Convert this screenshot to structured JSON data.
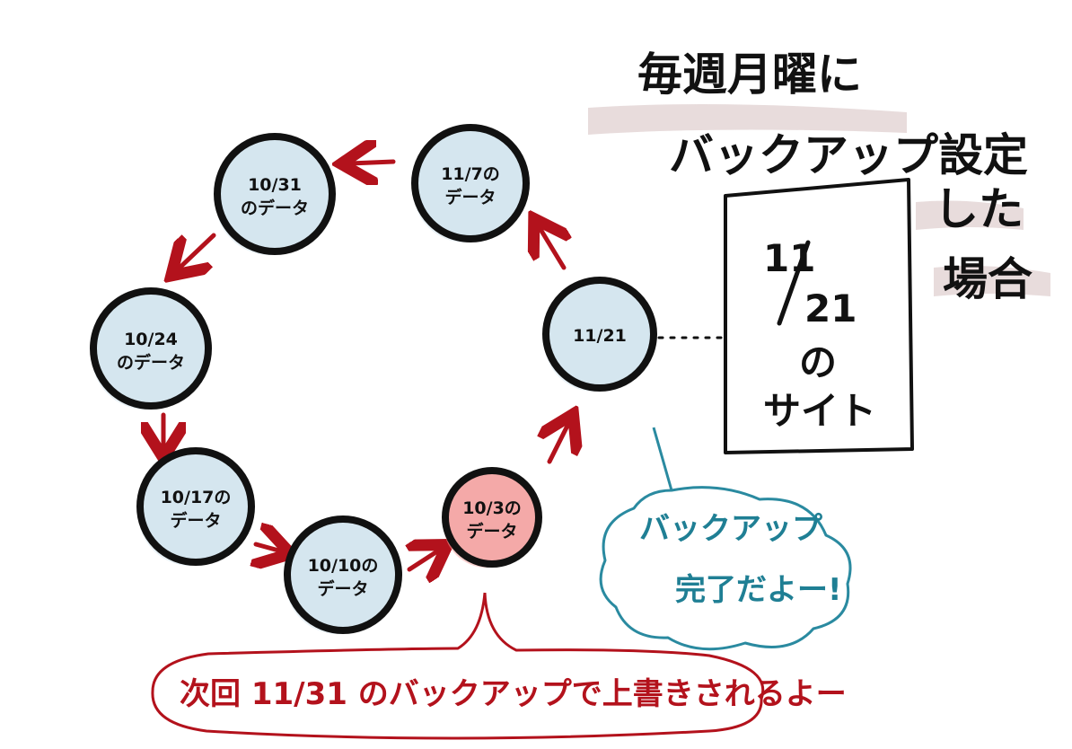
{
  "title": {
    "lines": [
      "毎週月曜に",
      "バックアップ設定",
      "した",
      "場合"
    ]
  },
  "site": {
    "date_top": "11",
    "date_bottom": "21",
    "line1": "の",
    "line2": "サイト"
  },
  "nodes": [
    {
      "id": "1017",
      "line1": "10/17の",
      "line2": "データ",
      "state": "normal"
    },
    {
      "id": "1010",
      "line1": "10/10の",
      "line2": "データ",
      "state": "normal"
    },
    {
      "id": "1003",
      "line1": "10/3の",
      "line2": "データ",
      "state": "overwrite"
    },
    {
      "id": "1121",
      "line1": "11/21",
      "line2": "",
      "state": "current"
    },
    {
      "id": "1107",
      "line1": "11/7の",
      "line2": "データ",
      "state": "normal"
    },
    {
      "id": "1031",
      "line1": "10/31",
      "line2": "のデータ",
      "state": "normal"
    },
    {
      "id": "1024",
      "line1": "10/24",
      "line2": "のデータ",
      "state": "normal"
    }
  ],
  "speech_bubble": {
    "line1": "バックアップ",
    "line2": "完了だよー!"
  },
  "note_bubble": {
    "text": "次回 11/31 のバックアップで上書きされるよー"
  },
  "colors": {
    "node_fill": "#d5e6ef",
    "node_highlight": "#f4a9a8",
    "arrow": "#b3121c",
    "outline": "#111111",
    "speech_stroke": "#2a8aa0",
    "note_stroke": "#b3121c",
    "title_highlight": "#e6d8d8"
  }
}
